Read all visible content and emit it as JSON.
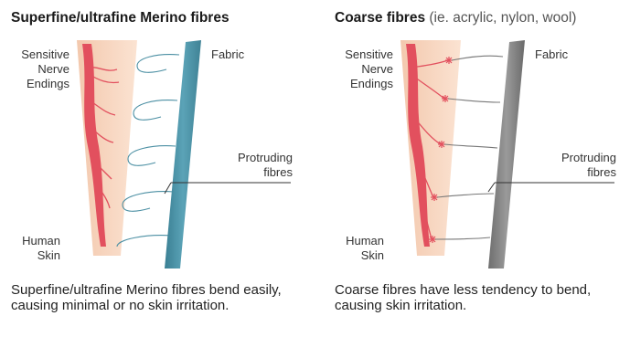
{
  "left": {
    "title": "Superfine/ultrafine Merino fibres",
    "labels": {
      "nerve": "Sensitive Nerve Endings",
      "fabric": "Fabric",
      "protruding": "Protruding fibres",
      "skin": "Human Skin"
    },
    "caption": "Superfine/ultrafine Merino fibres bend easily, causing minimal or no skin irritation."
  },
  "right": {
    "title_bold": "Coarse fibres",
    "title_note": "(ie. acrylic, nylon, wool)",
    "labels": {
      "nerve": "Sensitive Nerve Endings",
      "fabric": "Fabric",
      "protruding": "Protruding fibres",
      "skin": "Human Skin"
    },
    "caption": "Coarse fibres have less tendency to bend, causing skin irritation."
  },
  "colors": {
    "skin": "#f4cdb3",
    "nerve": "#e2505e",
    "merino_fabric": "#4b8fa3",
    "coarse_fabric": "#7a7a7a",
    "fibre_merino": "#4b8fa3",
    "fibre_coarse": "#777777"
  }
}
